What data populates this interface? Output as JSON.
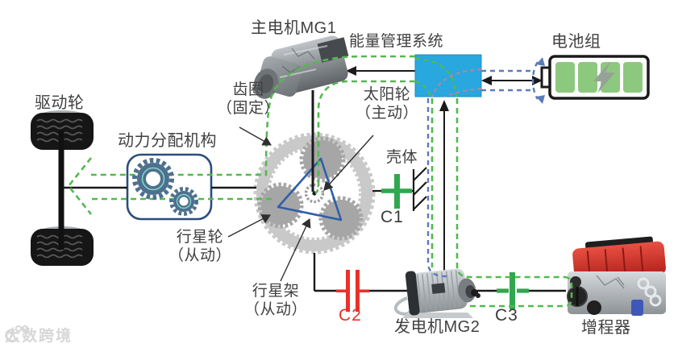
{
  "diagram": {
    "labels": {
      "drive_wheels": "驱动轮",
      "power_split": "动力分配机构",
      "ring_gear": "齿圈\n（固定）",
      "main_motor_mg1": "主电机MG1",
      "energy_management": "能量管理系统",
      "battery_pack": "电池组",
      "sun_gear": "太阳轮\n（主动）",
      "housing": "壳体",
      "planet_gear": "行星轮\n（从动）",
      "planet_carrier": "行星架\n（从动）",
      "generator_mg2": "发电机MG2",
      "range_extender": "增程器"
    },
    "clutches": {
      "c1": "C1",
      "c2": "C2",
      "c3": "C3"
    },
    "watermark": "大数跨境",
    "colors": {
      "mechanical_flow_green": "#53b94e",
      "electrical_flow_blue": "#5b7cba",
      "ems_box_cyan": "#29a7df",
      "battery_cell_green": "#8dc87f",
      "open_clutch_red": "#e8312a",
      "closed_clutch_green": "#2fa84f",
      "carrier_triangle_blue": "#2f5fa8",
      "control_dash_mauve": "#b0889b"
    }
  }
}
